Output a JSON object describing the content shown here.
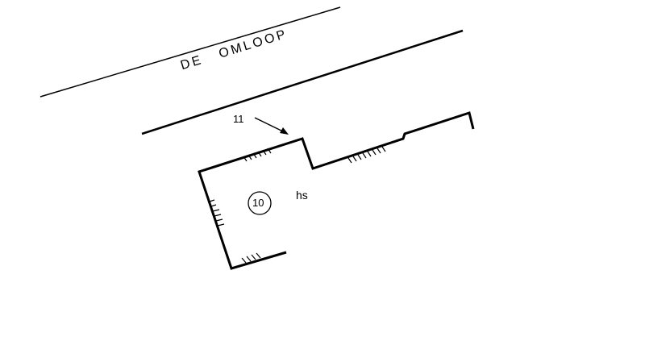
{
  "street_name": "DE OMLOOP",
  "neighbor_number": "11",
  "parcel_number": "10",
  "annotation": "hs"
}
